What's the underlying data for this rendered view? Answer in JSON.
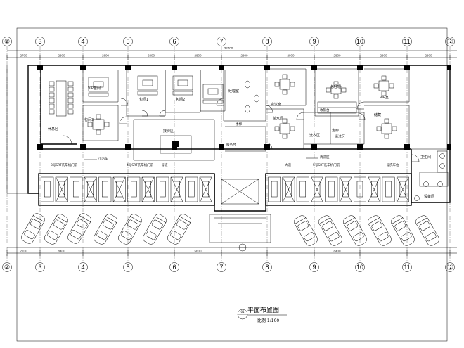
{
  "drawing": {
    "title": "平面布置图",
    "scale": "比例 1:100",
    "title_marker": "01"
  },
  "axes": {
    "columns": [
      "②",
      "3",
      "4",
      "5",
      "6",
      "7",
      "8",
      "9",
      "10",
      "11",
      "⑫"
    ],
    "rows": []
  },
  "dimensions": {
    "top_total": "32700",
    "top_segments": [
      "2700",
      "2800",
      "2800",
      "2800",
      "2800",
      "2800",
      "2800",
      "2800",
      "2800",
      "2800",
      "2800"
    ],
    "bottom_segments": [
      "2700",
      "8400",
      "",
      "",
      "5600",
      "",
      "",
      "8400",
      "",
      "",
      "2700"
    ]
  },
  "rooms": {
    "vip1": "VIP包间",
    "priv1": "包间1",
    "priv2": "包间2",
    "priv3": "包间3",
    "office": "经理室",
    "manager": "总经理",
    "cashier": "收银台",
    "reception": "接待区",
    "lounge": "休息区",
    "meeting": "会议室",
    "vip2": "VIP室",
    "tea": "茶水间",
    "wash1": "洗衣区",
    "wash2": "清洗区",
    "storage": "储藏",
    "restroom": "卫生间",
    "corridor": "走廊",
    "stair": "楼梯",
    "service": "服务台",
    "equip": "设备间",
    "lane_left_1": "3号SRT洗车机门前",
    "lane_left_2": "小汽车",
    "lane_left_3": "4号SRT洗车机门前",
    "lane_left_4": "一号道",
    "lane_right_1": "大道",
    "lane_right_2": "5号SRT洗车机门前",
    "lane_right_3": "清洗区",
    "lane_right_4": "一号洗车位"
  }
}
